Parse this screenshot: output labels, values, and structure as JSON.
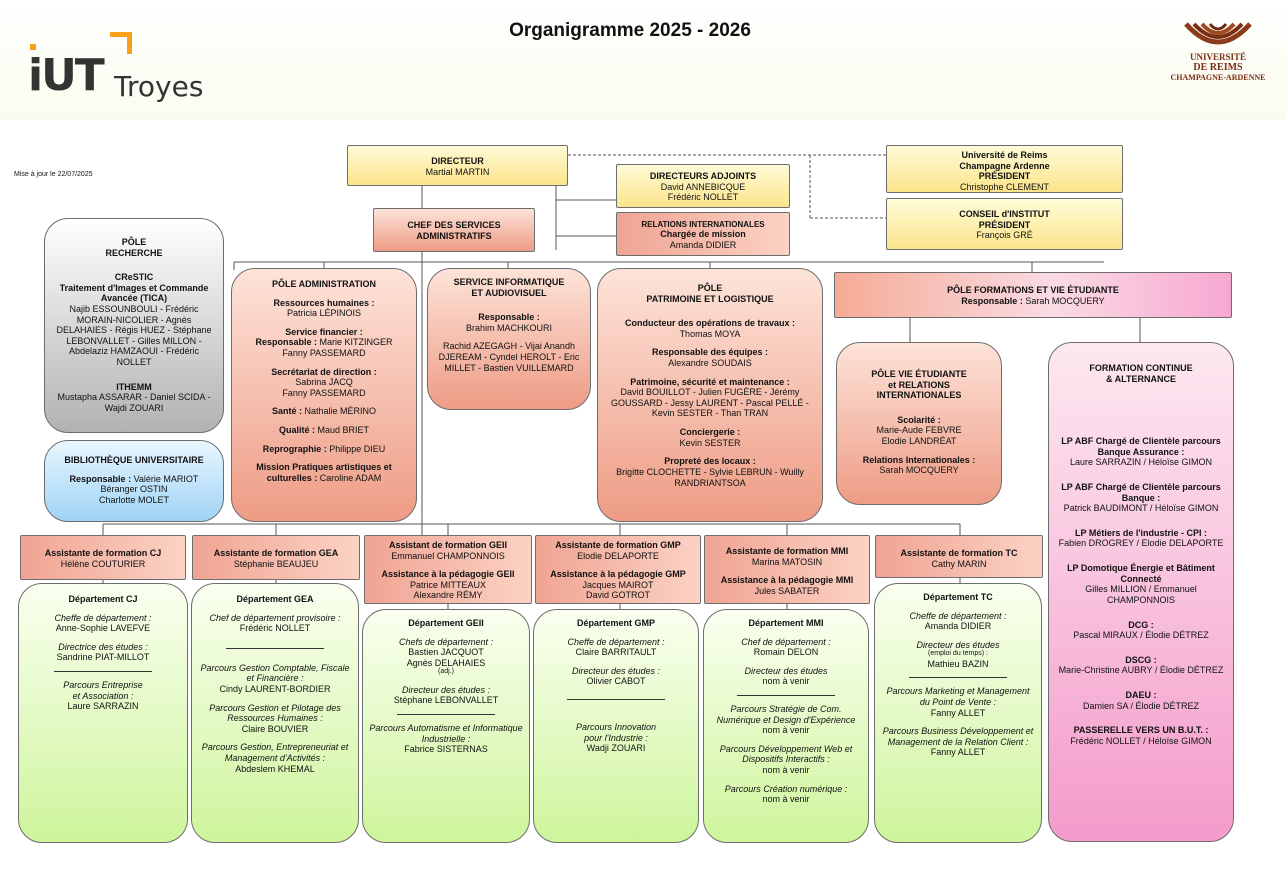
{
  "header": {
    "title": "Organigramme 2025 - 2026",
    "logo_iut": "IUT Troyes",
    "logo_urca_lines": [
      "UNIVERSITÉ",
      "DE REIMS",
      "CHAMPAGNE-ARDENNE"
    ],
    "update_note": "Mise à jour le 22/07/2025"
  },
  "directeur": {
    "title": "DIRECTEUR",
    "name": "Martial MARTIN"
  },
  "adjoints": {
    "title": "DIRECTEURS ADJOINTS",
    "names": [
      "David ANNEBICQUE",
      "Frédéric NOLLET"
    ]
  },
  "relations": {
    "title": "RELATIONS INTERNATIONALES",
    "role": "Chargée de mission",
    "name": "Amanda DIDIER"
  },
  "universite": {
    "line1": "Université de Reims",
    "line2": "Champagne Ardenne",
    "role": "PRÉSIDENT",
    "name": "Christophe CLEMENT"
  },
  "conseil": {
    "title": "CONSEIL d'INSTITUT",
    "role": "PRÉSIDENT",
    "name": "François GRÉ"
  },
  "chef_services": {
    "line1": "CHEF DES SERVICES",
    "line2": "ADMINISTRATIFS"
  },
  "recherche": {
    "title1": "PÔLE",
    "title2": "RECHERCHE",
    "crestic_title": "CReSTIC",
    "crestic_sub1": "Traitement d'Images et Commande",
    "crestic_sub2": "Avancée (TICA)",
    "crestic_members": "Najib ESSOUNBOULI - Frédéric MORAIN-NICOLIER - Agnès DELAHAIES - Régis HUEZ - Stéphane LEBONVALLET - Gilles MILLON - Abdelaziz HAMZAOUI - Frédéric NOLLET",
    "ithemm_title": "ITHEMM",
    "ithemm_members": "Mustapha ASSARAR - Daniel SCIDA - Wajdi ZOUARI"
  },
  "bibliotheque": {
    "title": "BIBLIOTHÈQUE UNIVERSITAIRE",
    "resp_label": "Responsable :",
    "resp_name": "Valérie MARIOT",
    "others": [
      "Béranger OSTIN",
      "Charlotte MOLET"
    ]
  },
  "administration": {
    "title": "PÔLE ADMINISTRATION",
    "rh_label": "Ressources humaines :",
    "rh_name": "Patricia LÉPINOIS",
    "fin_label": "Service financier :",
    "fin_resp_label": "Responsable :",
    "fin_resp_name": "Marie KITZINGER",
    "fin_other": "Fanny PASSEMARD",
    "sec_label": "Secrétariat de direction :",
    "sec_names": [
      "Sabrina JACQ",
      "Fanny PASSEMARD"
    ],
    "sante_label": "Santé :",
    "sante_name": "Nathalie MÉRINO",
    "qualite_label": "Qualité :",
    "qualite_name": "Maud BRIET",
    "repro_label": "Reprographie :",
    "repro_name": "Philippe DIEU",
    "mission_label1": "Mission Pratiques artistiques et",
    "mission_label2": "culturelles :",
    "mission_name": "Caroline ADAM"
  },
  "informatique": {
    "title1": "SERVICE INFORMATIQUE",
    "title2": "ET AUDIOVISUEL",
    "resp_label": "Responsable :",
    "resp_name": "Brahim MACHKOURI",
    "members": "Rachid AZEGAGH - Vijai Anandh DJEREAM - Cyndel HEROLT - Eric MILLET - Bastien VUILLEMARD"
  },
  "patrimoine": {
    "title1": "PÔLE",
    "title2": "PATRIMOINE ET LOGISTIQUE",
    "conducteur_label": "Conducteur des opérations de travaux :",
    "conducteur_name": "Thomas MOYA",
    "equipes_label": "Responsable des équipes :",
    "equipes_name": "Alexandre SOUDAIS",
    "pss_label": "Patrimoine, sécurité et maintenance :",
    "pss_members": "David BOUILLOT - Julien FUGÈRE - Jérémy GOUSSARD - Jessy LAURENT - Pascal PELLÉ - Kevin SESTER - Than TRAN",
    "concierge_label": "Conciergerie :",
    "concierge_name": "Kevin SESTER",
    "proprete_label": "Propreté des locaux :",
    "proprete_members": "Brigitte CLOCHETTE - Sylvie LEBRUN - Wuilly RANDRIANTSOA"
  },
  "formations": {
    "title": "PÔLE FORMATIONS ET VIE ÉTUDIANTE",
    "resp_label": "Responsable :",
    "resp_name": "Sarah MOCQUERY"
  },
  "vie_etudiante": {
    "title1": "PÔLE VIE ÉTUDIANTE",
    "title2": "et RELATIONS",
    "title3": "INTERNATIONALES",
    "scol_label": "Scolarité :",
    "scol_names": [
      "Marie-Aude FEBVRE",
      "Elodie LANDRÉAT"
    ],
    "ri_label": "Relations Internationales :",
    "ri_name": "Sarah MOCQUERY"
  },
  "formation_continue": {
    "title1": "FORMATION CONTINUE",
    "title2": "& ALTERNANCE",
    "items": [
      {
        "label": "LP ABF Chargé de Clientèle parcours Banque Assurance :",
        "names": "Laure SARRAZIN / Héloïse GIMON"
      },
      {
        "label": "LP ABF Chargé de Clientèle parcours Banque :",
        "names": "Patrick BAUDIMONT / Héloïse GIMON"
      },
      {
        "label": "LP Métiers de l'industrie - CPI :",
        "names": "Fabien DROGREY / Elodie DELAPORTE"
      },
      {
        "label": "LP Domotique Énergie et Bâtiment Connecté",
        "names": "Gilles MILLION / Emmanuel CHAMPONNOIS"
      },
      {
        "label": "DCG :",
        "names": "Pascal MIRAUX / Élodie DÉTREZ"
      },
      {
        "label": "DSCG :",
        "names": "Marie-Christine AUBRY / Élodie DÉTREZ"
      },
      {
        "label": "DAEU :",
        "names": "Damien SA / Élodie DÉTREZ"
      },
      {
        "label": "PASSERELLE VERS UN B.U.T. :",
        "names": "Frédéric NOLLET / Héloïse GIMON"
      }
    ]
  },
  "assistants": [
    {
      "title": "Assistante de formation CJ",
      "name": "Hélène COUTURIER"
    },
    {
      "title": "Assistante de formation GEA",
      "name": "Stéphanie BEAUJEU"
    },
    {
      "title": "Assistant de formation GEII",
      "name": "Emmanuel CHAMPONNOIS",
      "title2": "Assistance à la pédagogie GEII",
      "names2": [
        "Patrice MITTEAUX",
        "Alexandre RÉMY"
      ]
    },
    {
      "title": "Assistante de formation GMP",
      "name": "Elodie DELAPORTE",
      "title2": "Assistance à la pédagogie GMP",
      "names2": [
        "Jacques MAIROT",
        "David GOTROT"
      ]
    },
    {
      "title": "Assistante de formation MMI",
      "name": "Marina MATOSIN",
      "title2": "Assistance à la pédagogie MMI",
      "names2": [
        "Jules SABATER"
      ]
    },
    {
      "title": "Assistante de formation TC",
      "name": "Cathy MARIN"
    }
  ],
  "departements": {
    "cj": {
      "title": "Département CJ",
      "r1": "Cheffe de département :",
      "n1": "Anne-Sophie LAVEFVE",
      "r2": "Directrice des études :",
      "n2": "Sandrine PIAT-MILLOT",
      "p1a": "Parcours Entreprise",
      "p1b": "et Association :",
      "p1n": "Laure SARRAZIN"
    },
    "gea": {
      "title": "Département GEA",
      "r1": "Chef de département provisoire :",
      "n1": "Frédéric NOLLET",
      "p1": "Parcours Gestion Comptable, Fiscale et Financière :",
      "p1n": "Cindy LAURENT-BORDIER",
      "p2": "Parcours Gestion et Pilotage des Ressources Humaines :",
      "p2n": "Claire BOUVIER",
      "p3": "Parcours Gestion, Entrepreneuriat et Management d'Activités :",
      "p3n": "Abdeslem KHEMAL"
    },
    "geii": {
      "title": "Département GEII",
      "r1": "Chefs de département :",
      "n1a": "Bastien JACQUOT",
      "n1b": "Agnès DELAHAIES",
      "n1c": "(adj.)",
      "r2": "Directeur des études :",
      "n2": "Stéphane LEBONVALLET",
      "p1": "Parcours Automatisme et Informatique Industrielle :",
      "p1n": "Fabrice SISTERNAS"
    },
    "gmp": {
      "title": "Département GMP",
      "r1": "Cheffe de département :",
      "n1": "Claire BARRITAULT",
      "r2": "Directeur des études :",
      "n2": "Olivier CABOT",
      "p1a": "Parcours Innovation",
      "p1b": "pour l'Industrie :",
      "p1n": "Wadji ZOUARI"
    },
    "mmi": {
      "title": "Département MMI",
      "r1": "Chef de département :",
      "n1": "Romain DELON",
      "r2": "Directeur des études",
      "n2": "nom à venir",
      "p1": "Parcours Stratégie de Com. Numérique et Design d'Expérience",
      "p1n": "nom à venir",
      "p2": "Parcours Développement Web et Dispositifs Interactifs :",
      "p2n": "nom à venir",
      "p3": "Parcours Création numérique :",
      "p3n": "nom à venir"
    },
    "tc": {
      "title": "Département TC",
      "r1": "Cheffe de département :",
      "n1": "Amanda DIDIER",
      "r2": "Directeur des études",
      "r2b": "(emploi du temps) :",
      "n2": "Mathieu BAZIN",
      "p1": "Parcours Marketing et Management du Point de Vente :",
      "p1n": "Fanny ALLET",
      "p2": "Parcours Business Développement et Management de la Relation Client :",
      "p2n": "Fanny ALLET"
    }
  }
}
